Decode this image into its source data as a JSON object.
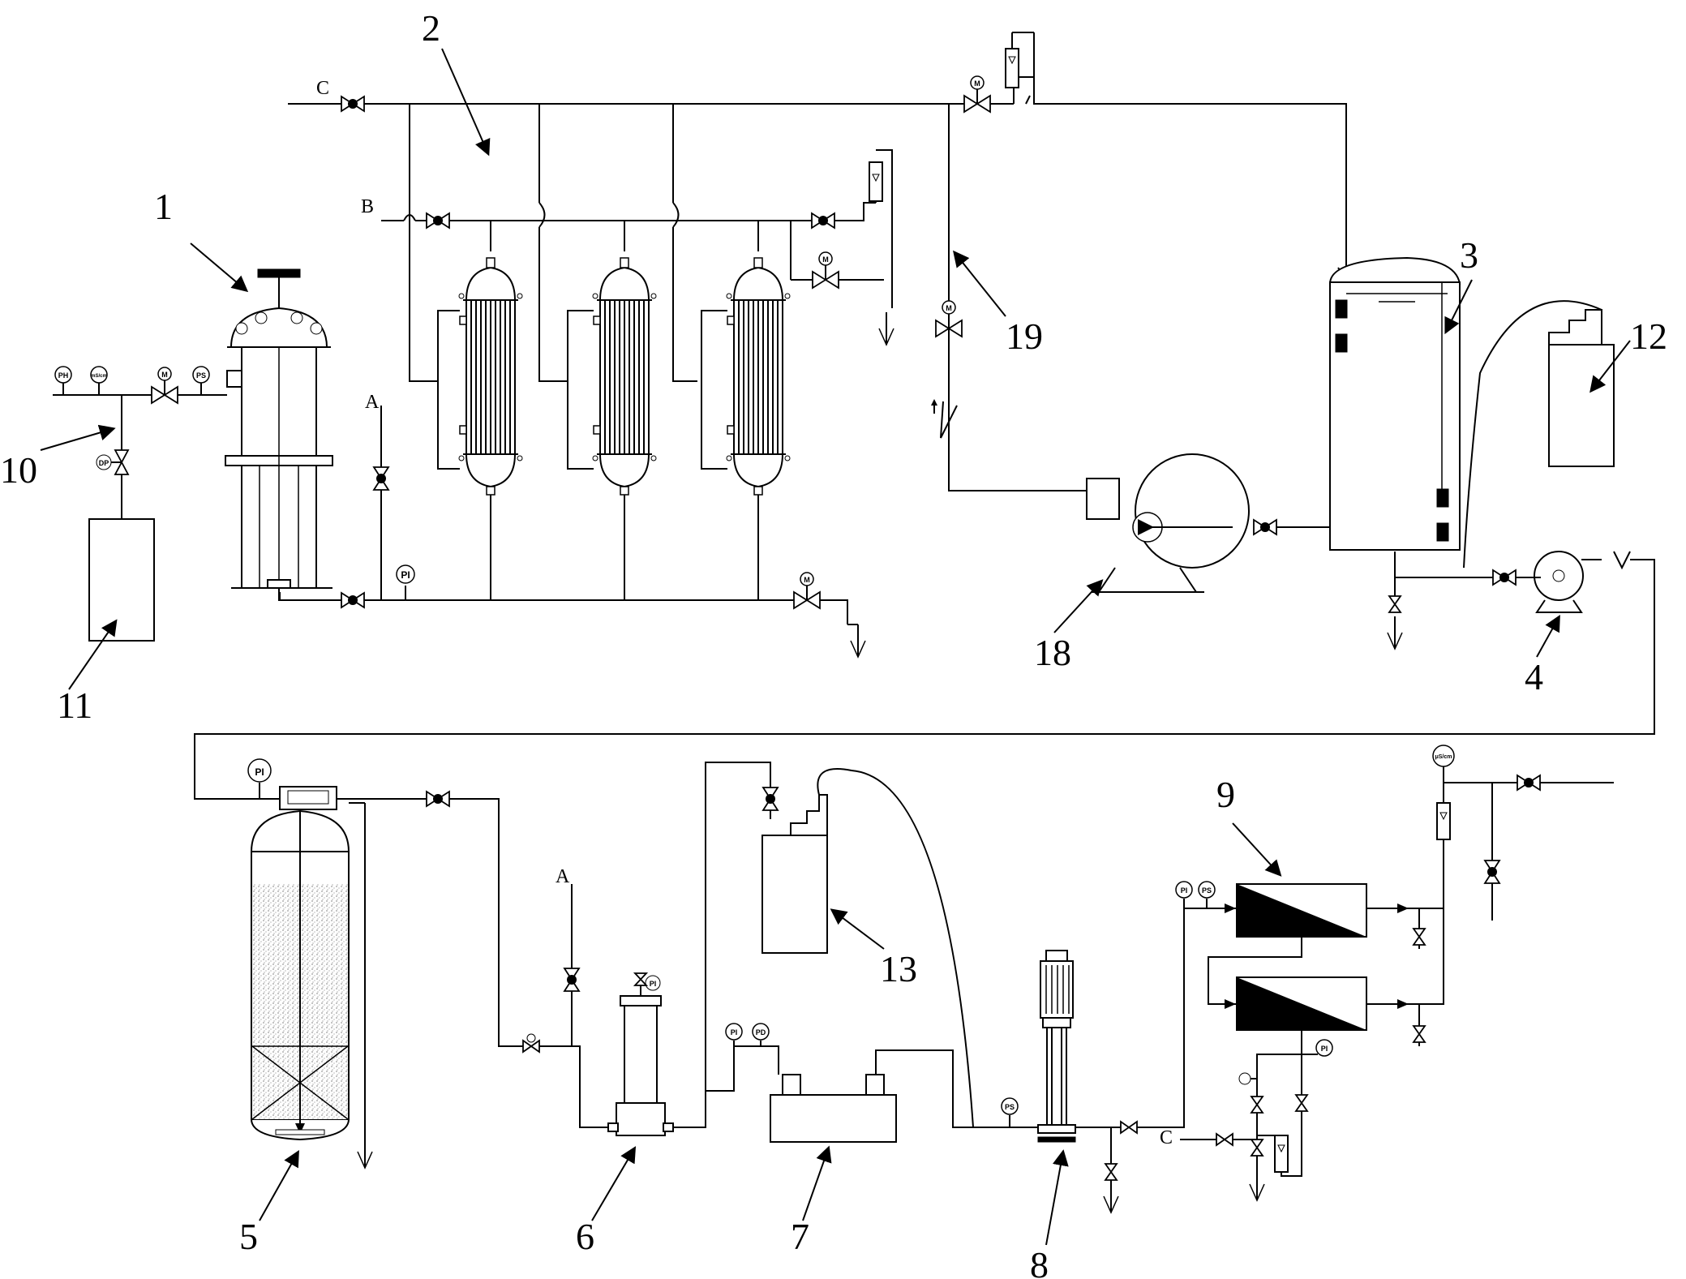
{
  "callouts": [
    {
      "id": "1",
      "label": "1"
    },
    {
      "id": "2",
      "label": "2"
    },
    {
      "id": "3",
      "label": "3"
    },
    {
      "id": "4",
      "label": "4"
    },
    {
      "id": "5",
      "label": "5"
    },
    {
      "id": "6",
      "label": "6"
    },
    {
      "id": "7",
      "label": "7"
    },
    {
      "id": "8",
      "label": "8"
    },
    {
      "id": "9",
      "label": "9"
    },
    {
      "id": "10",
      "label": "10"
    },
    {
      "id": "11",
      "label": "11"
    },
    {
      "id": "12",
      "label": "12"
    },
    {
      "id": "13",
      "label": "13"
    },
    {
      "id": "18",
      "label": "18"
    },
    {
      "id": "19",
      "label": "19"
    }
  ],
  "line_labels": {
    "a": "A",
    "b": "B",
    "c": "C"
  },
  "instrument_tags": {
    "ph": "PH",
    "ms": "mS/cm",
    "ps": "PS",
    "pi": "PI",
    "pd": "PD",
    "us": "μS/cm",
    "m": "M"
  }
}
